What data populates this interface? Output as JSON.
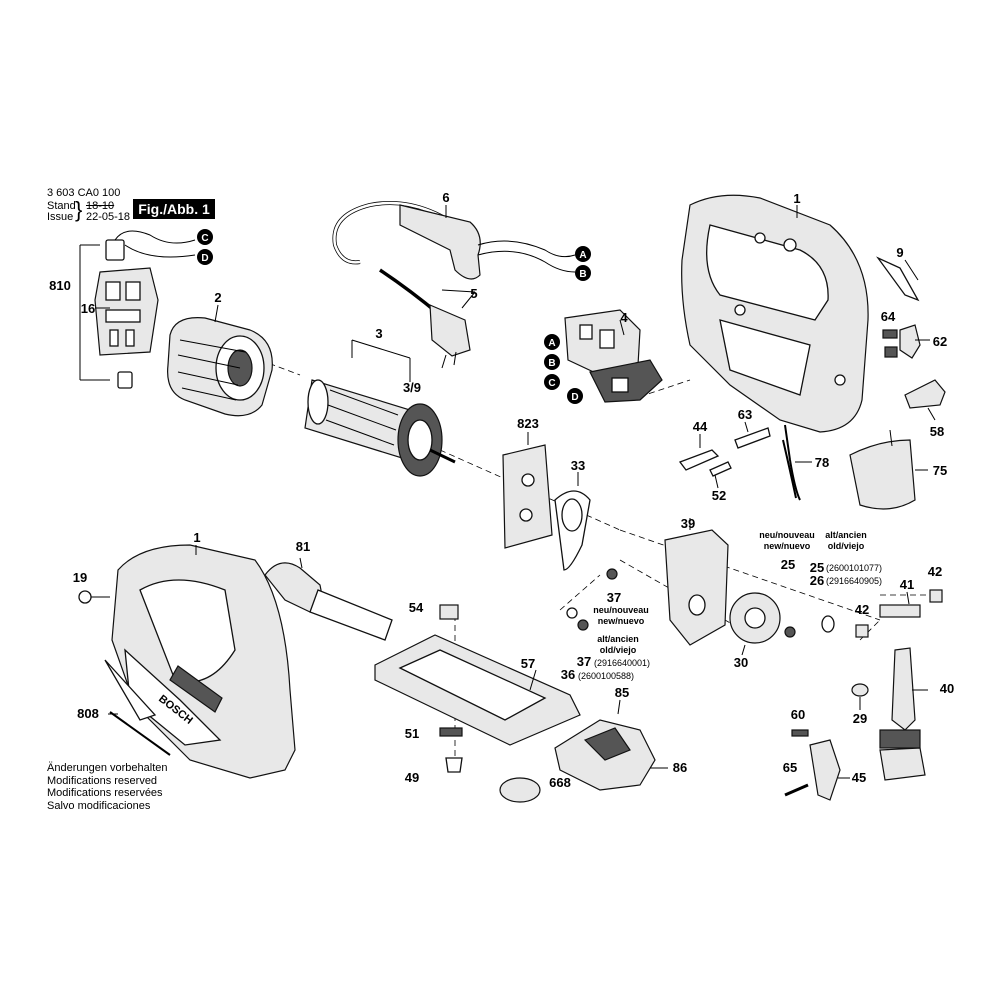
{
  "header": {
    "part_number": "3 603 CA0 100",
    "stand_label": "Stand",
    "issue_label": "Issue",
    "stand_date_old": "18-10",
    "issue_date": "22-05-18",
    "figure_label": "Fig./Abb. 1"
  },
  "notes": [
    "Änderungen vorbehalten",
    "Modifications reserved",
    "Modifications reservées",
    "Salvo modificaciones"
  ],
  "connectors": [
    "A",
    "B",
    "C",
    "D"
  ],
  "brand_mark": "BOSCH",
  "callouts": {
    "c1_top": "1",
    "c1_body": "1",
    "c2": "2",
    "c3": "3",
    "c3_9": "3/9",
    "c4": "4",
    "c5": "5",
    "c6": "6",
    "c9": "9",
    "c16": "16",
    "c19": "19",
    "c25": "25",
    "c26": "26",
    "c29": "29",
    "c30": "30",
    "c33": "33",
    "c36": "36",
    "c37a": "37",
    "c37b": "37",
    "c39": "39",
    "c40": "40",
    "c41": "41",
    "c42a": "42",
    "c42b": "42",
    "c44": "44",
    "c45": "45",
    "c49": "49",
    "c51": "51",
    "c52": "52",
    "c54": "54",
    "c57": "57",
    "c58": "58",
    "c60": "60",
    "c62": "62",
    "c63": "63",
    "c64": "64",
    "c65": "65",
    "c75": "75",
    "c78": "78",
    "c81": "81",
    "c85": "85",
    "c86": "86",
    "c668": "668",
    "c808": "808",
    "c810": "810",
    "c823": "823"
  },
  "variant_notes": {
    "new_25_l1": "neu/nouveau",
    "new_25_l2": "new/nuevo",
    "old_26_l1": "alt/ancien",
    "old_26_l2": "old/viejo",
    "code_25": "(2600101077)",
    "code_26": "(2916640905)",
    "new_37_l1": "neu/nouveau",
    "new_37_l2": "new/nuevo",
    "old_36_l1": "alt/ancien",
    "old_36_l2": "old/viejo",
    "code_37": "(2916640001)",
    "code_36": "(2600100588)"
  }
}
